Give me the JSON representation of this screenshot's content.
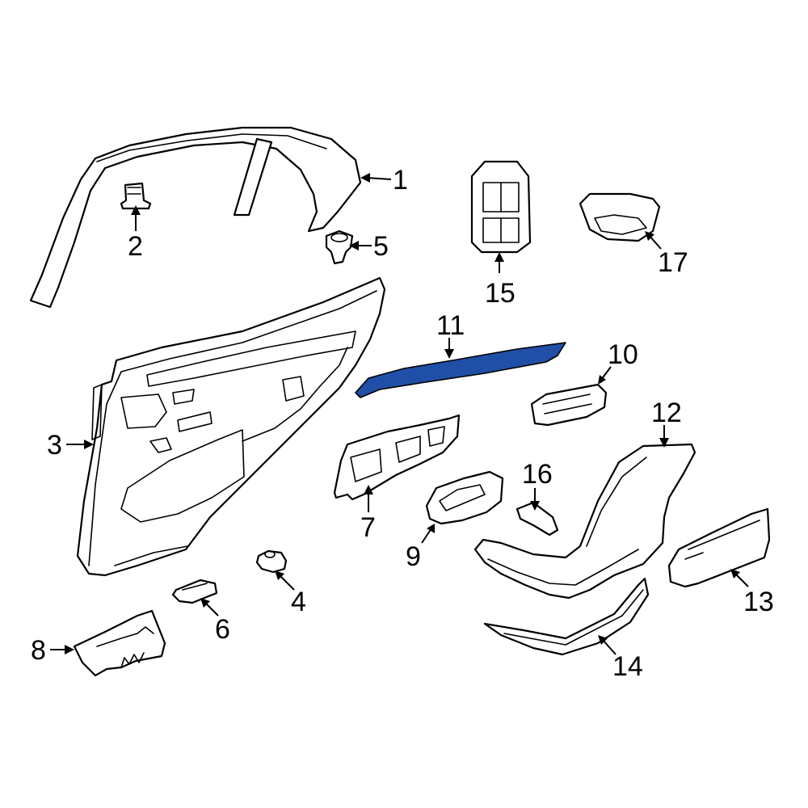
{
  "diagram": {
    "highlight_color": "#1f4fa6",
    "callouts": [
      {
        "id": "1",
        "label": "1"
      },
      {
        "id": "2",
        "label": "2"
      },
      {
        "id": "3",
        "label": "3"
      },
      {
        "id": "4",
        "label": "4"
      },
      {
        "id": "5",
        "label": "5"
      },
      {
        "id": "6",
        "label": "6"
      },
      {
        "id": "7",
        "label": "7"
      },
      {
        "id": "8",
        "label": "8"
      },
      {
        "id": "9",
        "label": "9"
      },
      {
        "id": "10",
        "label": "10"
      },
      {
        "id": "11",
        "label": "11"
      },
      {
        "id": "12",
        "label": "12"
      },
      {
        "id": "13",
        "label": "13"
      },
      {
        "id": "14",
        "label": "14"
      },
      {
        "id": "15",
        "label": "15"
      },
      {
        "id": "16",
        "label": "16"
      },
      {
        "id": "17",
        "label": "17"
      }
    ]
  }
}
